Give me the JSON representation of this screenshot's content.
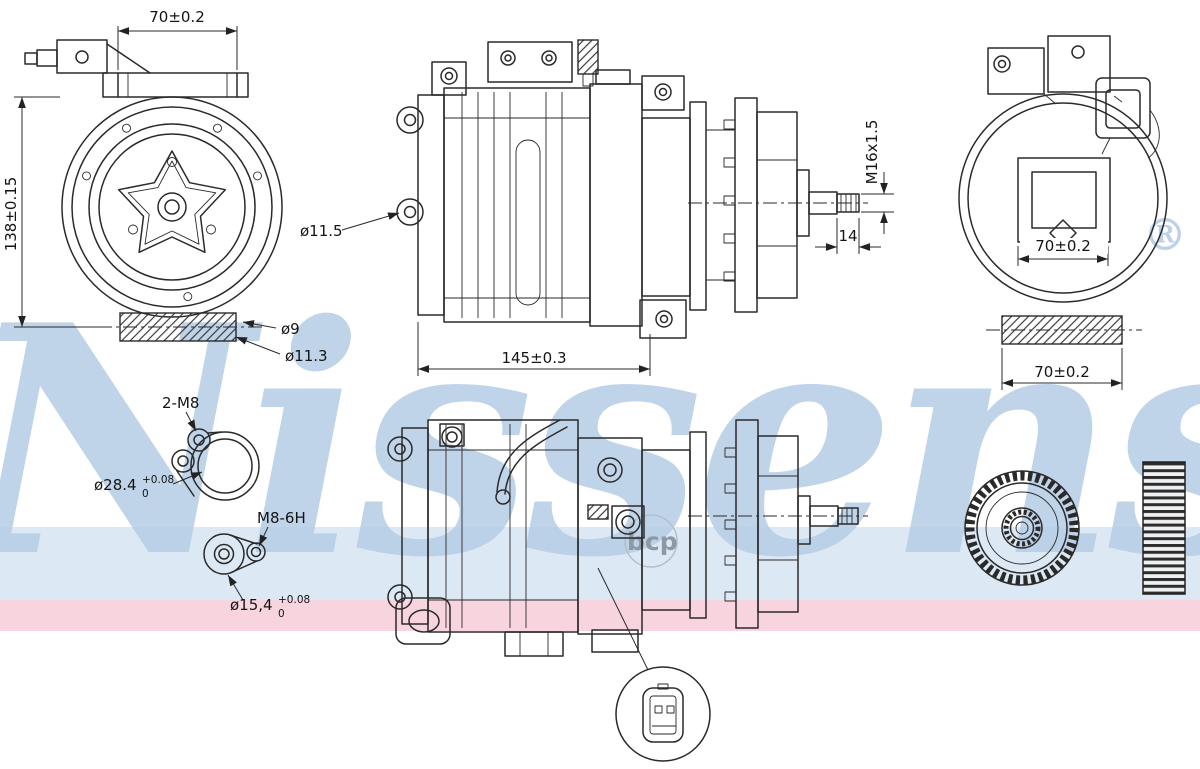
{
  "watermark": {
    "brand": "Nissens",
    "registered": "®",
    "bcp": "bcp",
    "colors": {
      "text": "#b6cde6",
      "stripe_blue": "#b9d2e8",
      "stripe_pink": "#f2b3c2"
    }
  },
  "views": {
    "front": {
      "dim_width_top": "70±0.2",
      "dim_height": "138±0.15",
      "dim_hole_small": "ø9",
      "dim_hole_large": "ø11.3"
    },
    "side_top": {
      "dim_port": "ø11.5",
      "dim_length": "145±0.3",
      "dim_thread": "M16x1.5",
      "dim_thread_len": "14"
    },
    "rear": {
      "dim_boss_width": "70±0.2",
      "dim_foot_width": "70±0.2"
    },
    "bracket_detail": {
      "label": "2-M8",
      "dim_bore": "ø28.4",
      "tol_plus": "+0.08",
      "tol_zero": "0"
    },
    "thread_detail": {
      "label": "M8-6H",
      "dim_bore": "ø15,4",
      "tol_plus": "+0.08",
      "tol_zero": "0"
    }
  }
}
